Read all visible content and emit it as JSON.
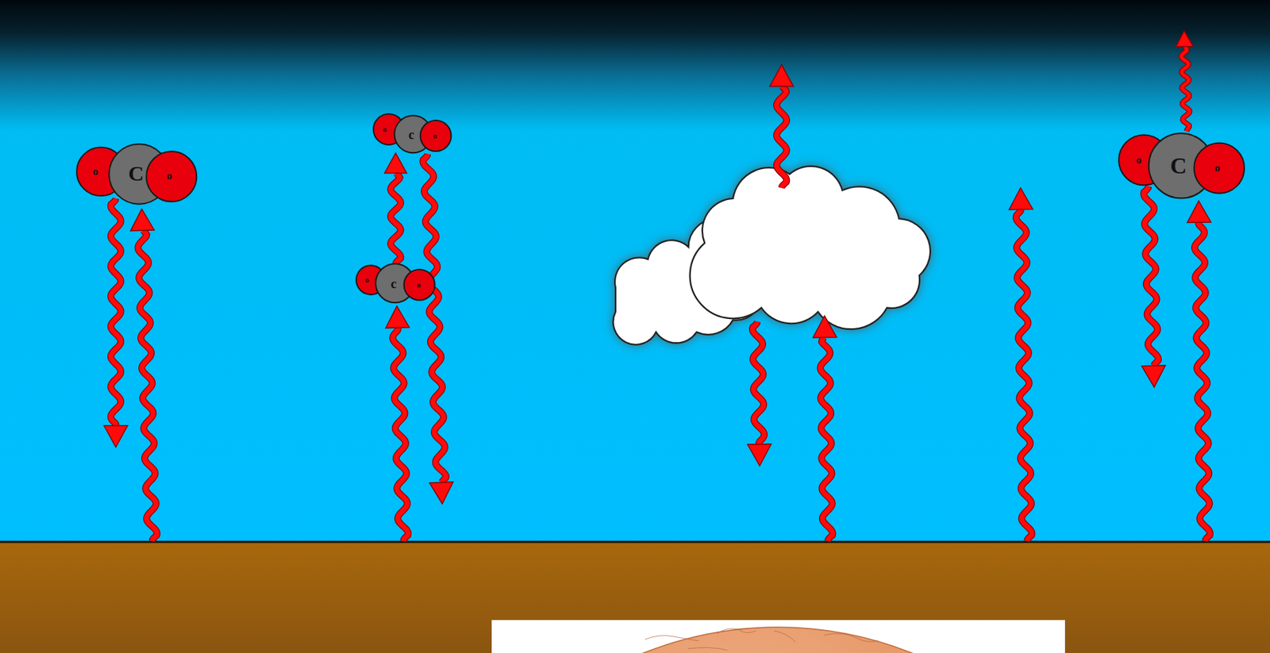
{
  "diagram": {
    "nodes": [
      {
        "text": [
          "o",
          "C",
          "o"
        ]
      },
      {
        "text": [
          "o",
          "c",
          "o"
        ]
      },
      {
        "text": [
          "o",
          "c",
          "o"
        ]
      },
      {
        "text": [
          "o",
          "C",
          "o"
        ]
      }
    ],
    "edges": [
      {
        "from": 2,
        "to": 1,
        "arrow": "to"
      }
    ]
  }
}
